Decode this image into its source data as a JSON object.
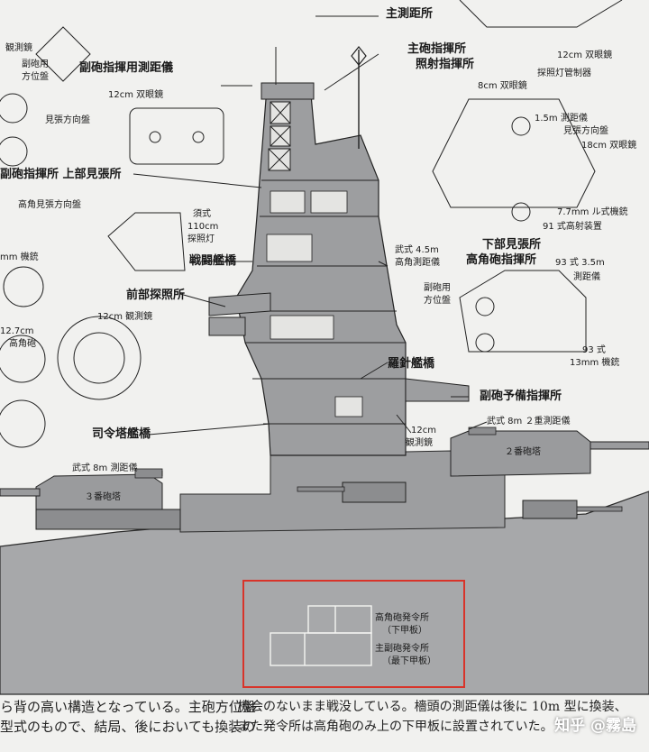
{
  "labels": {
    "main_rangefinder_station": "主測距所",
    "main_gun_director": "主砲指揮所",
    "main_gun_director_2": "照射指揮所",
    "binoc_12cm_top": "12cm 双眼鏡",
    "searchlight_control": "探照灯管制器",
    "binoc_8cm": "8cm 双眼鏡",
    "rangefinder_1_5m": "1.5m 測距儀",
    "lookout_director_a": "見張方向盤",
    "binoc_18cm": "18cm 双眼鏡",
    "mg_7_7mm": "7.7mm ル式機銃",
    "type91_ha_device": "91 式高射装置",
    "lower_lookout": "下部見張所",
    "ha_gun_director": "高角砲指揮所",
    "type4_4_5m": "武式 4.5m",
    "ha_rangefinder": "高角測距儀",
    "type93_3_5m": "93 式 3.5m",
    "rangefinder_label": "測距儀",
    "sub_gun_azimuth": "副砲用",
    "azimuth_board": "方位盤",
    "type93_13mm": "93 式",
    "mg_13mm": "13mm 機銃",
    "sub_gun_reserve_director": "副砲予備指揮所",
    "type_8m_2": "武式 8m ２重測距儀",
    "turret_2": "２番砲塔",
    "binoc_12cm_small": "12cm",
    "observ_binoc": "観測鏡",
    "compass_bridge": "羅針艦橋",
    "observ_12cm_top_left": "観測鏡",
    "sub_gun_azimuth_top": "副砲用",
    "azimuth_top": "方位盤",
    "lookout_direction": "見張方向盤",
    "sub_gun_director_rf": "副砲指揮用測距儀",
    "binoc_12cm_left": "12cm 双眼鏡",
    "sub_director_upper_lookout": "副砲指揮所  上部見張所",
    "ha_lookout_board": "高角見張方向盤",
    "mg_left": "mm 機銃",
    "scout_110cm_a": "須式",
    "scout_110cm_b": "110cm",
    "scout_110cm_c": "探照灯",
    "battle_bridge": "戦闘艦橋",
    "forward_searchlight": "前部探照所",
    "obs_12cm_mid": "12cm 観測鏡",
    "gun_12_7": "12.7cm",
    "ha_gun": "高角砲",
    "conning_tower_bridge": "司令塔艦橋",
    "type8m_rf": "武式 8m 測距儀",
    "turret_3": "３番砲塔",
    "ha_gun_command_room": "高角砲発令所",
    "ha_gun_command_room_deck": "（下甲板）",
    "main_sub_command_room": "主副砲発令所",
    "main_sub_command_room_deck": "（最下甲板）"
  },
  "body_text": {
    "line1_left": "ら背の高い構造となっている。主砲方位盤",
    "line2_left": "型式のもので、結局、後においても換装の",
    "line1_right": "機会のないまま戦没している。檣頭の測距儀は後に 10m 型に換装、",
    "line2_right": "また発令所は高角砲のみ上の下甲板に設置されていた。"
  },
  "watermark": "知乎 @霧島",
  "colors": {
    "hull": "#a7a8aa",
    "hull_dark": "#8c8d8f",
    "superstructure": "#9d9ea0",
    "turret": "#9a9b9d",
    "highlight_box": "#d8342a",
    "background": "#f1f1ef",
    "line": "#222222"
  }
}
